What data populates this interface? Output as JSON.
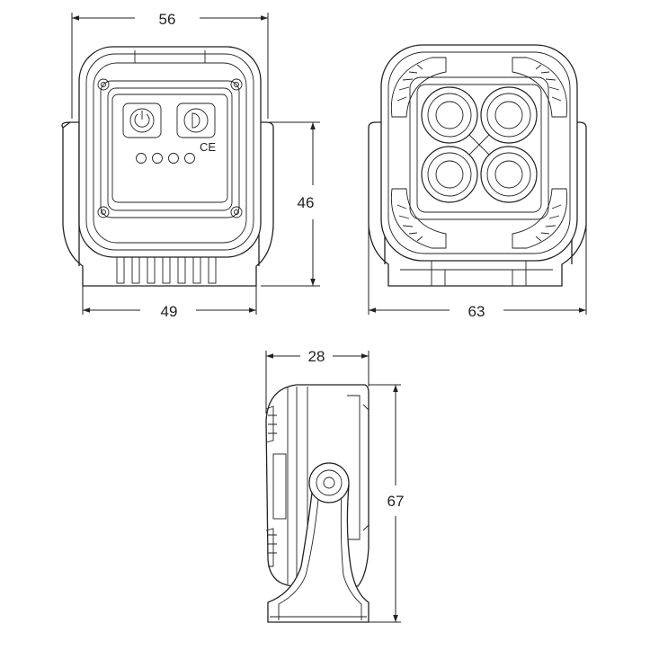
{
  "diagram": {
    "views": {
      "rear": {
        "width_top": "56",
        "width_bottom": "49",
        "height": "46",
        "mark": "CE"
      },
      "front": {
        "width": "63"
      },
      "side": {
        "depth": "28",
        "height": "67"
      }
    }
  }
}
